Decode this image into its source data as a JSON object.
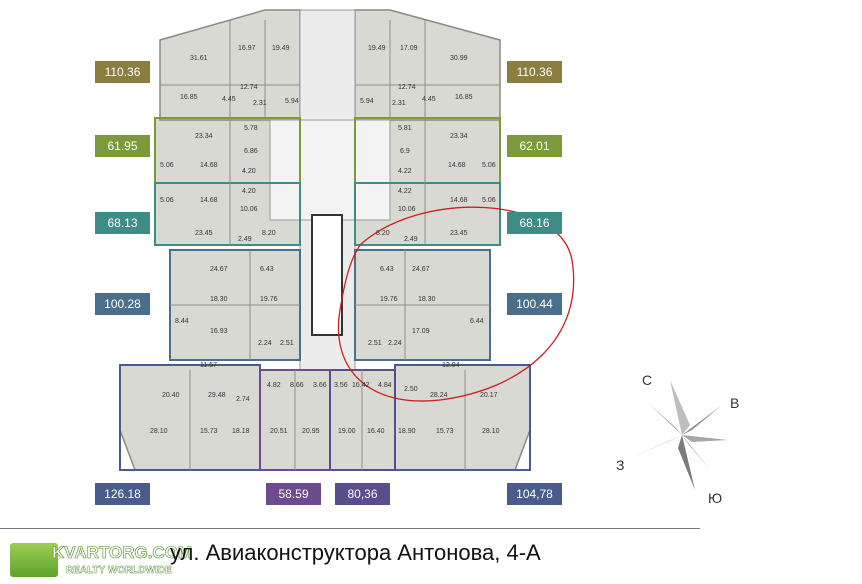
{
  "area_tags": {
    "left": [
      "110.36",
      "61.95",
      "68.13",
      "100.28",
      "126.18"
    ],
    "right": [
      "110.36",
      "62.01",
      "68.16",
      "100.44",
      "104,78"
    ],
    "middle": [
      "58.59",
      "80,36"
    ]
  },
  "room_labels": {
    "top_left": [
      "31.61",
      "16.97",
      "19.49",
      "12.74",
      "16.85",
      "4.45",
      "2.31",
      "5.94"
    ],
    "top_right": [
      "19.49",
      "17.09",
      "30.99",
      "12.74",
      "5.94",
      "2.31",
      "4.45",
      "16.85"
    ],
    "l2": [
      "23.34",
      "5.78",
      "6.86",
      "5.06",
      "14.68",
      "4.20"
    ],
    "r2": [
      "5.81",
      "23.34",
      "6.9",
      "14.68",
      "5.06",
      "4.22"
    ],
    "l3": [
      "4.20",
      "5.06",
      "14.68",
      "10.06",
      "23.45",
      "2.49",
      "8.20"
    ],
    "r3": [
      "4.22",
      "14.68",
      "5.06",
      "10.06",
      "8.20",
      "2.49",
      "23.45"
    ],
    "l4": [
      "24.67",
      "6.43",
      "18.30",
      "19.76",
      "8.44",
      "16.93",
      "2.24",
      "2.51"
    ],
    "r4": [
      "6.43",
      "24.67",
      "19.76",
      "18.30",
      "6.44",
      "17.09",
      "2.51",
      "2.24"
    ],
    "bottom_left": [
      "11.57",
      "20.40",
      "29.48",
      "2.74",
      "28.10",
      "15.73",
      "18.18"
    ],
    "bottom_mid_left": [
      "4.82",
      "8.66",
      "3.66",
      "20.51",
      "20.95"
    ],
    "bottom_mid_right": [
      "3.56",
      "16.42",
      "4.84",
      "19.00",
      "16.40",
      "18.90"
    ],
    "bottom_right": [
      "12.04",
      "2.50",
      "28.24",
      "20.17",
      "15.73",
      "28.10"
    ]
  },
  "compass": {
    "north": "С",
    "east": "В",
    "west": "З",
    "south": "Ю"
  },
  "address": "ул. Авиаконструктора Антонова, 4-А",
  "logo": {
    "main": "KVARTORG.COM",
    "sub": "REALTY WORLDWIDE"
  },
  "colors": {
    "tag_olive": "#8a7e3e",
    "tag_green": "#7d9a3a",
    "tag_teal": "#3f8c86",
    "tag_steel": "#4a6f8c",
    "tag_navy": "#4a5c8c",
    "tag_purple": "#6d4b8c",
    "tag_indigo": "#5a4d8c",
    "annotation": "#cc1f1f"
  }
}
